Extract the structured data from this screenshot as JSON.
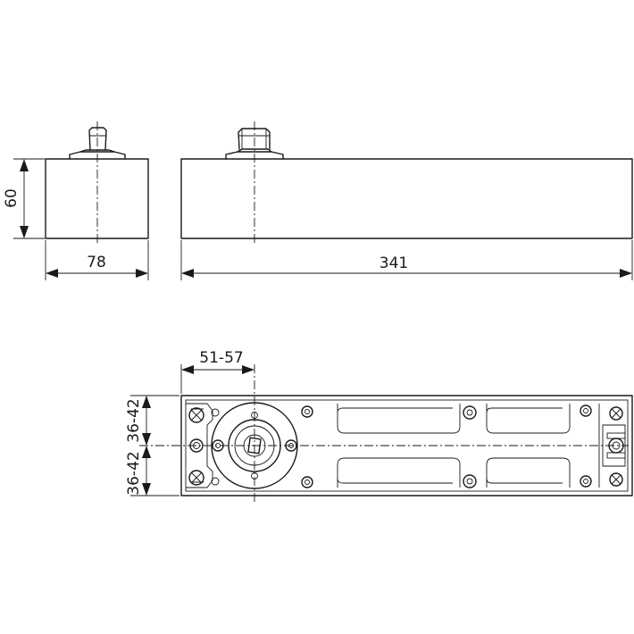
{
  "dimensions": {
    "height": "60",
    "width": "78",
    "length": "341",
    "spindle_offset": "51-57",
    "upper_half": "36-42",
    "lower_half": "36-42"
  }
}
